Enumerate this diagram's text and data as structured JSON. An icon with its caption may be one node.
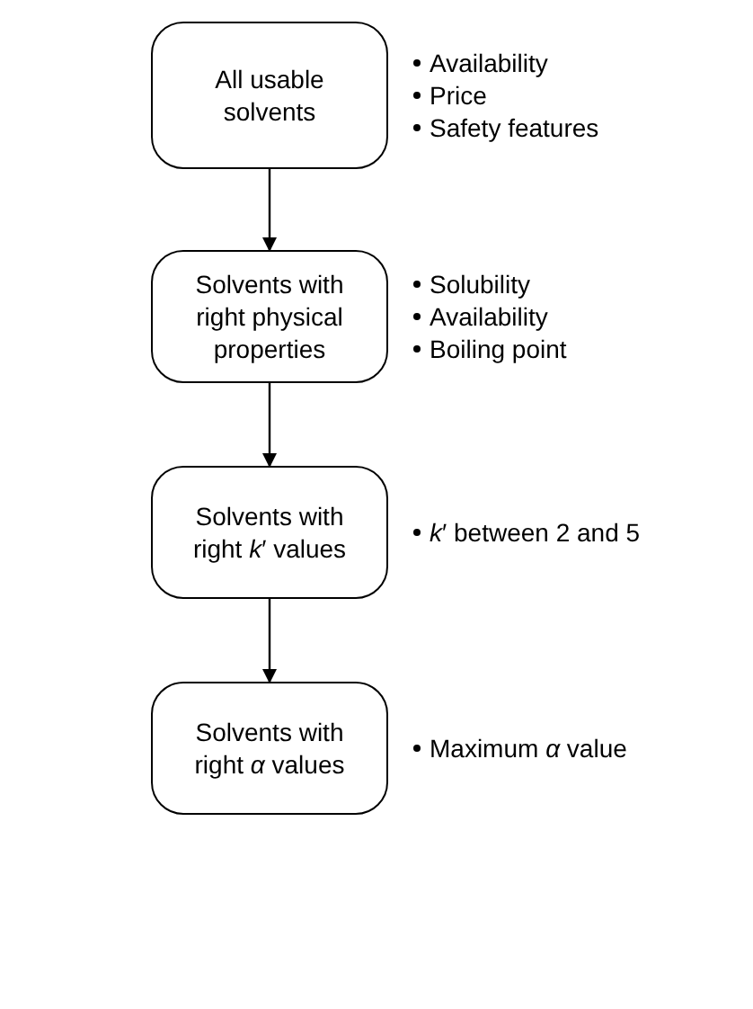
{
  "diagram": {
    "nodes": [
      {
        "text": [
          "All usable solvents"
        ],
        "beside": [
          "Availability",
          "Price",
          "Safety features"
        ]
      },
      {
        "text": [
          "Solvents with right physical properties"
        ],
        "beside": [
          "Solubility",
          "Availability",
          "Boiling point"
        ]
      },
      {
        "text": [
          "Solvents with right *k*′ values"
        ],
        "beside": [
          "*k*′ between 2 and 5"
        ]
      },
      {
        "text": [
          "Solvents with right *α* values"
        ],
        "beside": [
          "Maximum *α* value"
        ]
      }
    ],
    "edges": [
      {
        "from": 0,
        "to": 1,
        "arrow": "to"
      },
      {
        "from": 1,
        "to": 2,
        "arrow": "to"
      },
      {
        "from": 2,
        "to": 3,
        "arrow": "to"
      }
    ]
  }
}
